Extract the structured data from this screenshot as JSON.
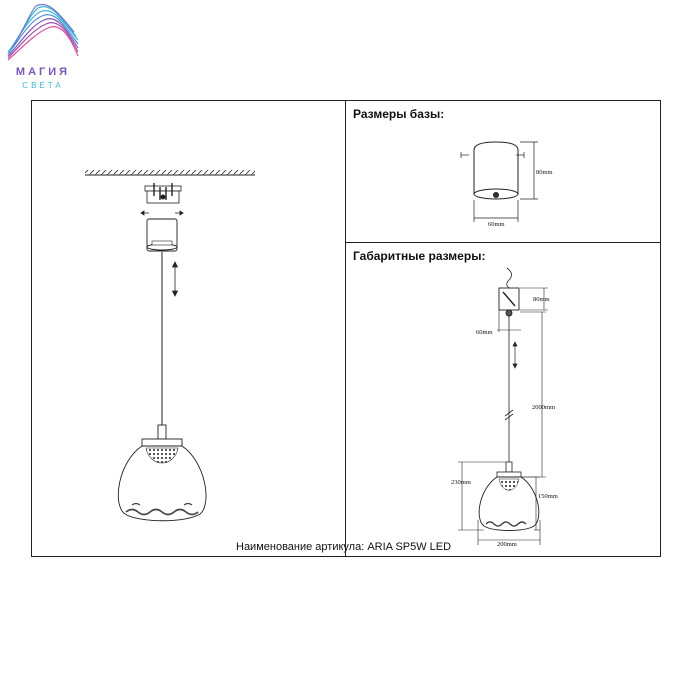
{
  "logo": {
    "word1": "МАГИЯ",
    "word2": "СВЕТА",
    "colors": {
      "primary": "#7b57b6",
      "secondary": "#3fb6d3",
      "accent": "#d94f9c"
    }
  },
  "sections": {
    "base_title": "Размеры базы:",
    "overall_title": "Габаритные размеры:"
  },
  "base_dimensions": {
    "height": "80mm",
    "diameter": "60mm"
  },
  "overall_dimensions": {
    "canopy_height": "80mm",
    "canopy_diameter": "60mm",
    "cable_length": "2000mm",
    "total_shade_height": "230mm",
    "shade_height": "150mm",
    "shade_diameter": "200mm"
  },
  "caption": "Наименование артикула: ARIA SP5W LED"
}
